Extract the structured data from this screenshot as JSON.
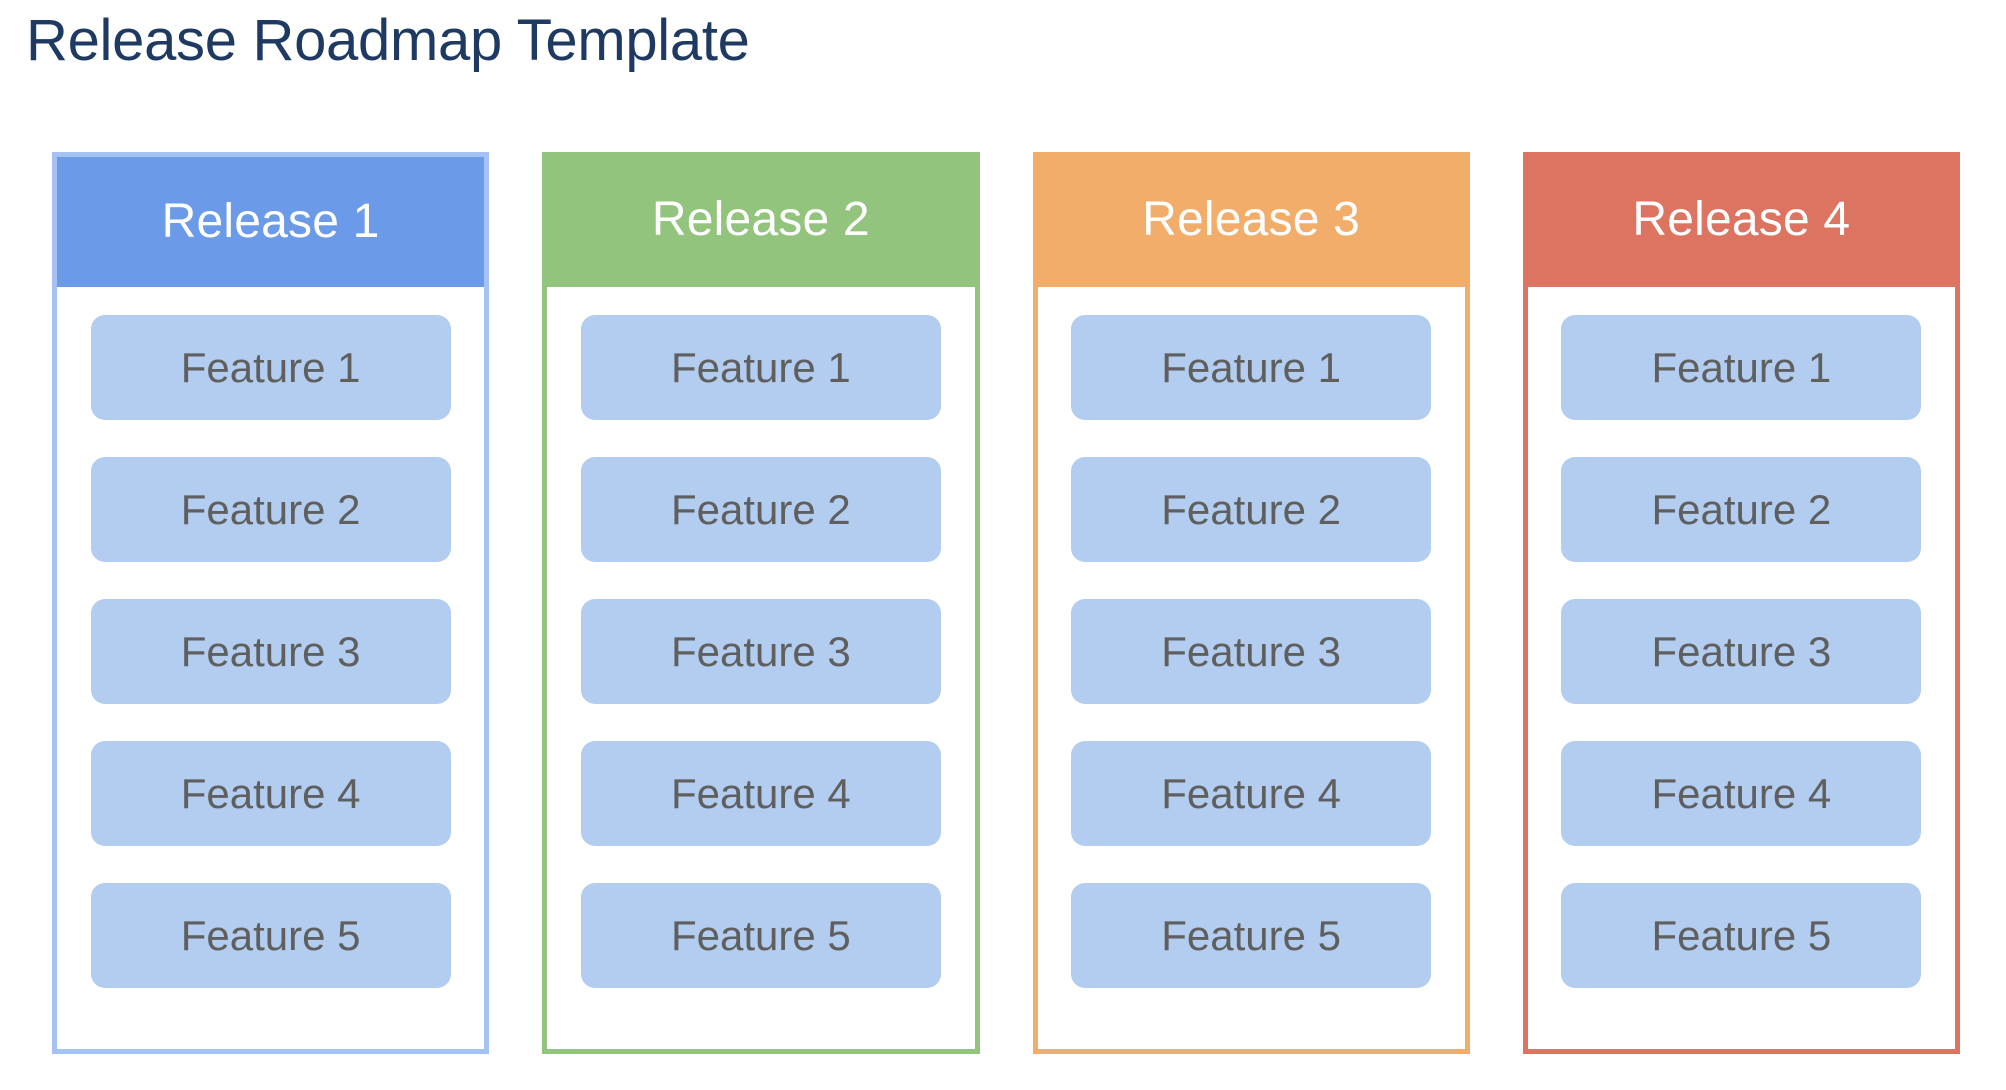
{
  "page": {
    "title": "Release Roadmap Template",
    "title_color": "#1f3a62",
    "background": "#ffffff"
  },
  "theme": {
    "feature_pill_fill": "#b2cdef",
    "feature_pill_text": "#5f5f5f",
    "header_text": "#ffffff"
  },
  "board": {
    "columns": [
      {
        "header": "Release 1",
        "header_color": "#6b9ae8",
        "border_color": "#a4c2f4",
        "header_style": "inset",
        "features": [
          {
            "label": "Feature 1"
          },
          {
            "label": "Feature 2"
          },
          {
            "label": "Feature 3"
          },
          {
            "label": "Feature 4"
          },
          {
            "label": "Feature 5"
          }
        ]
      },
      {
        "header": "Release 2",
        "header_color": "#93c47d",
        "border_color": "#93c47d",
        "header_style": "bleed",
        "features": [
          {
            "label": "Feature 1"
          },
          {
            "label": "Feature 2"
          },
          {
            "label": "Feature 3"
          },
          {
            "label": "Feature 4"
          },
          {
            "label": "Feature 5"
          }
        ]
      },
      {
        "header": "Release 3",
        "header_color": "#f3ad6a",
        "border_color": "#f3ad6a",
        "header_style": "bleed",
        "features": [
          {
            "label": "Feature 1"
          },
          {
            "label": "Feature 2"
          },
          {
            "label": "Feature 3"
          },
          {
            "label": "Feature 4"
          },
          {
            "label": "Feature 5"
          }
        ]
      },
      {
        "header": "Release 4",
        "header_color": "#dd7461",
        "border_color": "#dd7461",
        "header_style": "bleed",
        "features": [
          {
            "label": "Feature 1"
          },
          {
            "label": "Feature 2"
          },
          {
            "label": "Feature 3"
          },
          {
            "label": "Feature 4"
          },
          {
            "label": "Feature 5"
          }
        ]
      }
    ]
  }
}
